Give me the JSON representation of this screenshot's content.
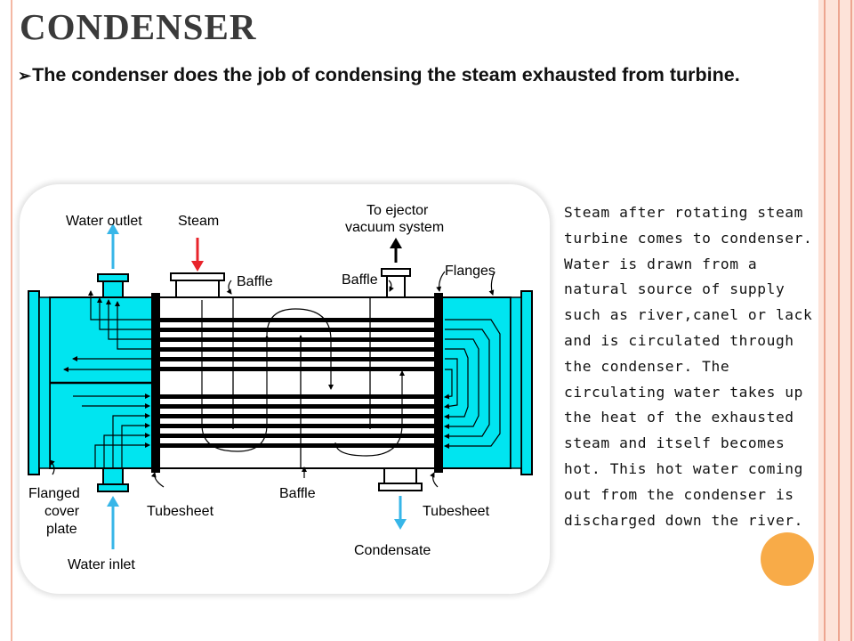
{
  "slide": {
    "title": "CONDENSER",
    "bullet_marker": "➢",
    "bullet_text": "The condenser does the job of condensing the steam exhausted from turbine.",
    "description": "Steam after rotating steam turbine comes to condenser. Water is drawn from a natural source of supply such as river,canel or lack and is circulated through the condenser. The circulating water takes up the heat of the exhausted steam and itself becomes hot. This hot water coming out from the condenser is discharged  down the river."
  },
  "diagram": {
    "labels": {
      "water_outlet": "Water outlet",
      "steam": "Steam",
      "ejector_line1": "To ejector",
      "ejector_line2": "vacuum system",
      "baffle": "Baffle",
      "flanges": "Flanges",
      "flanged_line1": "Flanged",
      "flanged_line2": "cover",
      "flanged_line3": "plate",
      "tubesheet": "Tubesheet",
      "condensate": "Condensate",
      "water_inlet": "Water inlet"
    },
    "colors": {
      "water": "#00e5f0",
      "steam_arrow": "#e8242b",
      "outlet_arrow": "#37b6e8",
      "inlet_arrow": "#37b6e8"
    }
  },
  "decor": {
    "accent_dot_color": "#f7a53a",
    "border_color": "#f4b8a4"
  }
}
